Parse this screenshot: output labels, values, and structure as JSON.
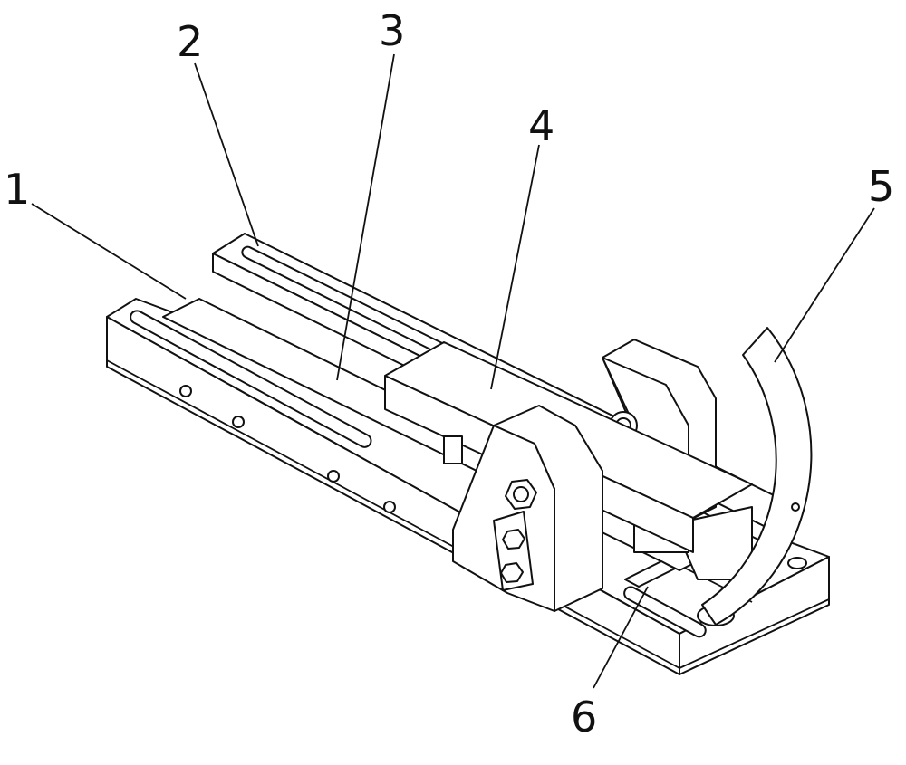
{
  "figure": {
    "callouts": [
      {
        "id": "1",
        "text": "1"
      },
      {
        "id": "2",
        "text": "2"
      },
      {
        "id": "3",
        "text": "3"
      },
      {
        "id": "4",
        "text": "4"
      },
      {
        "id": "5",
        "text": "5"
      },
      {
        "id": "6",
        "text": "6"
      }
    ],
    "colors": {
      "line": "#111111",
      "background": "#ffffff"
    }
  }
}
